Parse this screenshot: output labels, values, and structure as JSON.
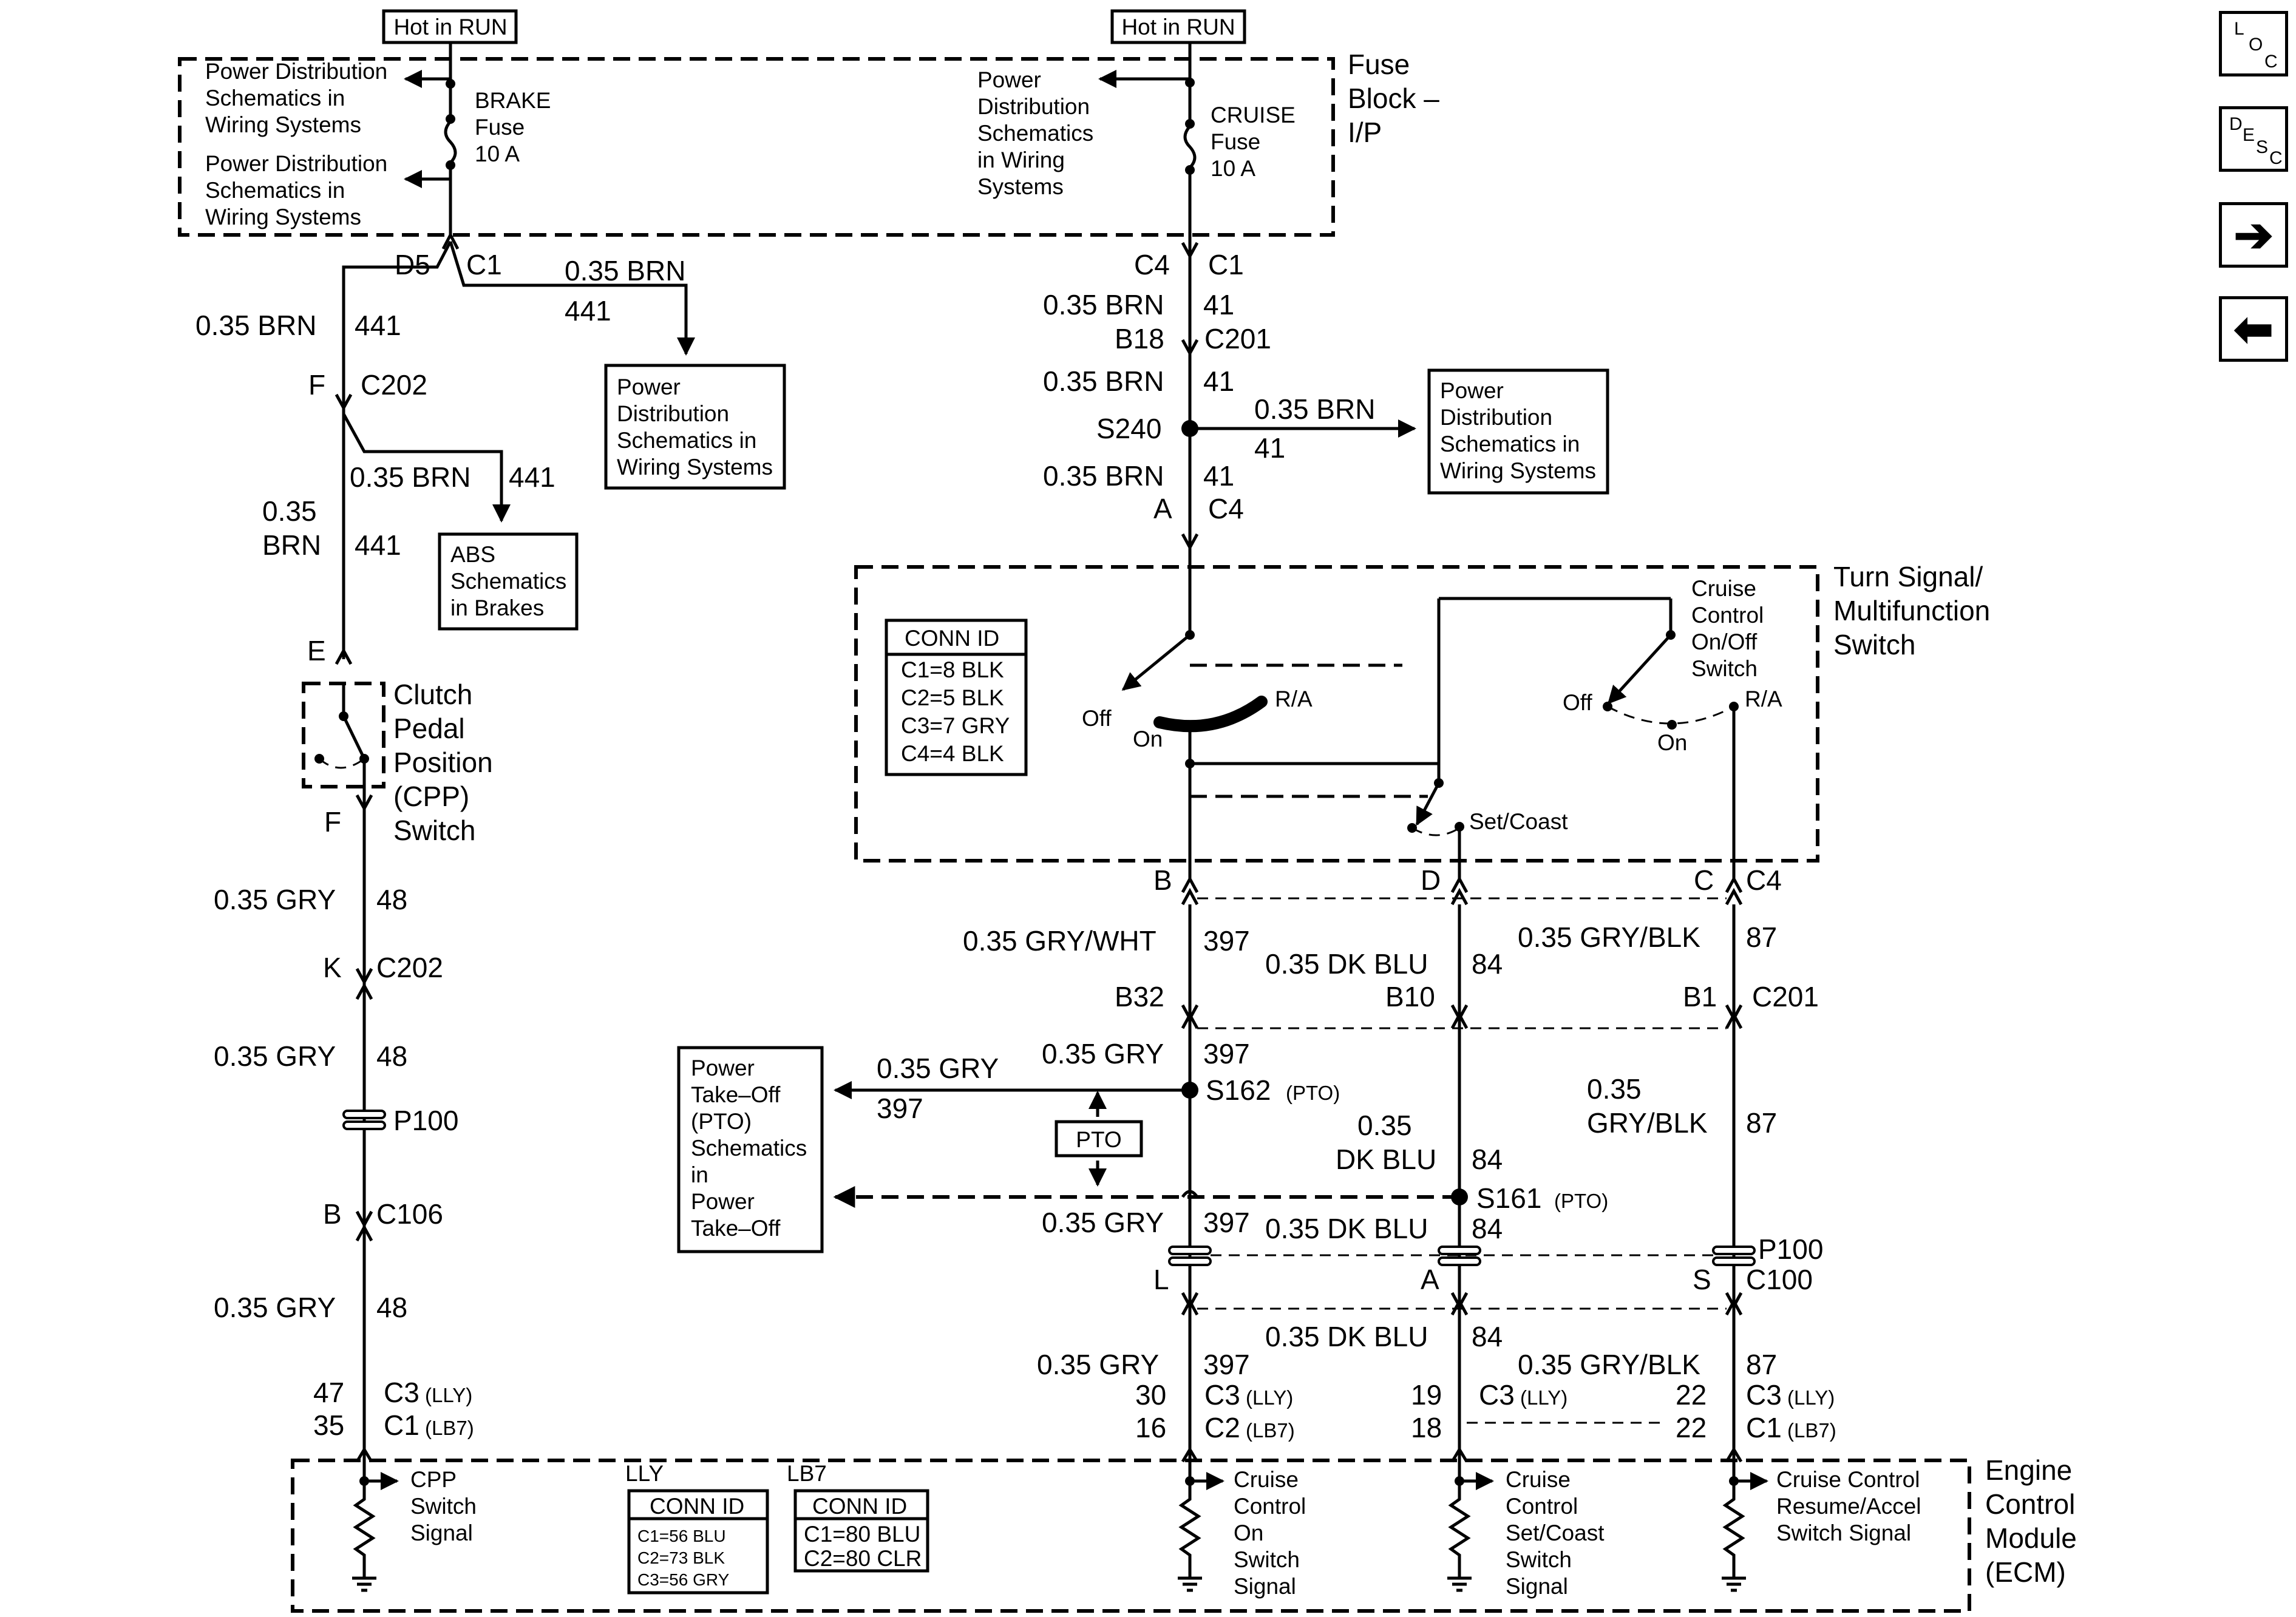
{
  "nav": {
    "loc": {
      "l1": "L",
      "l2": "O",
      "l3": "C"
    },
    "desc": {
      "l1": "D",
      "l2": "E",
      "l3": "S",
      "l4": "C"
    },
    "next_icon": "right-arrow-icon",
    "prev_icon": "left-arrow-icon"
  },
  "hot_in_run": "Hot in RUN",
  "fuse_block": {
    "line1": "Fuse",
    "line2": "Block –",
    "line3": "I/P"
  },
  "brake_fuse": {
    "line1": "BRAKE",
    "line2": "Fuse",
    "line3": "10 A"
  },
  "cruise_fuse": {
    "line1": "CRUISE",
    "line2": "Fuse",
    "line3": "10 A"
  },
  "pd_ref": {
    "line1": "Power Distribution",
    "line2": "Schematics in",
    "line3": "Wiring Systems"
  },
  "pd_ref_cruise": {
    "line1": "Power",
    "line2": "Distribution",
    "line3": "Schematics",
    "line4": "in Wiring",
    "line5": "Systems"
  },
  "pd_box": {
    "line1": "Power",
    "line2": "Distribution",
    "line3": "Schematics in",
    "line4": "Wiring Systems"
  },
  "abs_box": {
    "line1": "ABS",
    "line2": "Schematics",
    "line3": "in Brakes"
  },
  "pto_box": {
    "line1": "Power",
    "line2": "Take–Off",
    "line3": "(PTO)",
    "line4": "Schematics",
    "line5": "in",
    "line6": "Power",
    "line7": "Take–Off"
  },
  "pto_label": "PTO",
  "pto_suffix": "(PTO)",
  "cpp_switch": {
    "line1": "Clutch",
    "line2": "Pedal",
    "line3": "Position",
    "line4": "(CPP)",
    "line5": "Switch"
  },
  "tsm_switch": {
    "line1": "Turn Signal/",
    "line2": "Multifunction",
    "line3": "Switch"
  },
  "cruise_onoff": {
    "line1": "Cruise",
    "line2": "Control",
    "line3": "On/Off",
    "line4": "Switch"
  },
  "ecm": {
    "line1": "Engine",
    "line2": "Control",
    "line3": "Module",
    "line4": "(ECM)"
  },
  "conn_id_tsm": {
    "title": "CONN ID",
    "r1": "C1=8 BLK",
    "r2": "C2=5 BLK",
    "r3": "C3=7 GRY",
    "r4": "C4=4 BLK"
  },
  "conn_id_lly": {
    "variant": "LLY",
    "title": "CONN ID",
    "r1": "C1=56 BLU",
    "r2": "C2=73 BLK",
    "r3": "C3=56 GRY"
  },
  "conn_id_lb7": {
    "variant": "LB7",
    "title": "CONN ID",
    "r1": "C1=80 BLU",
    "r2": "C2=80 CLR"
  },
  "switch_pos": {
    "off": "Off",
    "on": "On",
    "ra": "R/A",
    "set_coast": "Set/Coast"
  },
  "ecm_inputs": {
    "cpp": {
      "line1": "CPP",
      "line2": "Switch",
      "line3": "Signal"
    },
    "on": {
      "line1": "Cruise",
      "line2": "Control",
      "line3": "On",
      "line4": "Switch",
      "line5": "Signal"
    },
    "set": {
      "line1": "Cruise",
      "line2": "Control",
      "line3": "Set/Coast",
      "line4": "Switch",
      "line5": "Signal"
    },
    "res": {
      "line1": "Cruise Control",
      "line2": "Resume/Accel",
      "line3": "Switch Signal"
    }
  },
  "wires": {
    "brn": "0.35 BRN",
    "gry": "0.35 GRY",
    "grywht": "0.35 GRY/WHT",
    "dkblu": "0.35 DK BLU",
    "dkblu_a": "0.35",
    "dkblu_b": "DK BLU",
    "gryblk": "0.35 GRY/BLK",
    "gryblk_a": "0.35",
    "gryblk_b": "GRY/BLK",
    "brn_a": "0.35",
    "brn_b": "BRN",
    "c441": "441",
    "c41": "41",
    "c48": "48",
    "c397": "397",
    "c84": "84",
    "c87": "87"
  },
  "conn": {
    "C1": "C1",
    "C2": "C2",
    "C3": "C3",
    "C4": "C4",
    "C100": "C100",
    "C106": "C106",
    "C201": "C201",
    "C202": "C202",
    "P100": "P100",
    "S240": "S240",
    "S162": "S162",
    "S161": "S161",
    "D5": "D5",
    "B18": "B18",
    "B32": "B32",
    "B10": "B10",
    "B1": "B1",
    "A": "A",
    "B": "B",
    "C": "C",
    "D": "D",
    "E": "E",
    "F": "F",
    "K": "K",
    "L": "L",
    "S": "S",
    "p47": "47",
    "p35": "35",
    "p30": "30",
    "p16": "16",
    "p19": "19",
    "p18": "18",
    "p22": "22",
    "lly": "(LLY)",
    "lb7": "(LB7)"
  }
}
